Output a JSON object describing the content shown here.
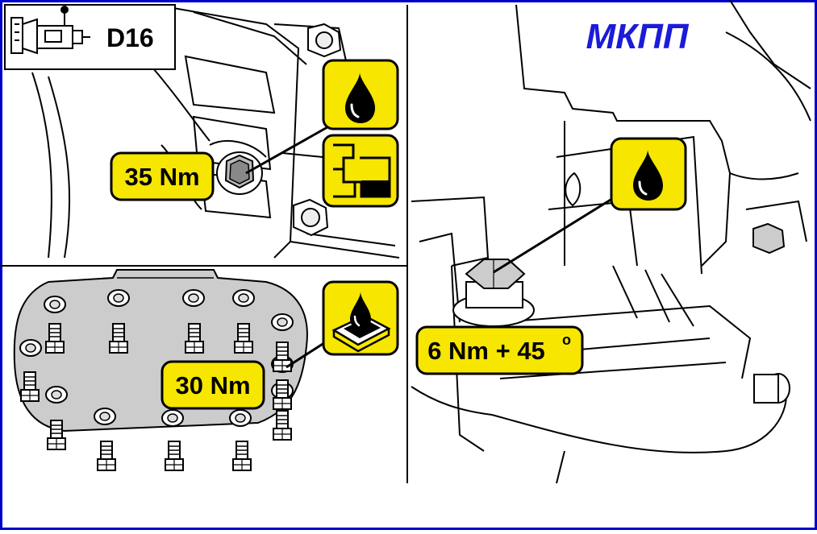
{
  "header": {
    "model_code": "D16",
    "gearbox_title": "МКПП",
    "title_color": "#1b1bd8"
  },
  "torques": {
    "drain_plug": "35 Nm",
    "cover_bolts": "30 Nm",
    "filler_plug_prefix": "6 Nm + 45",
    "filler_plug_degree": "o"
  },
  "icons": [
    "gearbox-icon",
    "oil-drop-icon",
    "seal-washer-icon",
    "sealant-icon"
  ],
  "colors": {
    "label_fill": "#f7e600",
    "border_blue": "#0000cc",
    "line": "#000000"
  }
}
